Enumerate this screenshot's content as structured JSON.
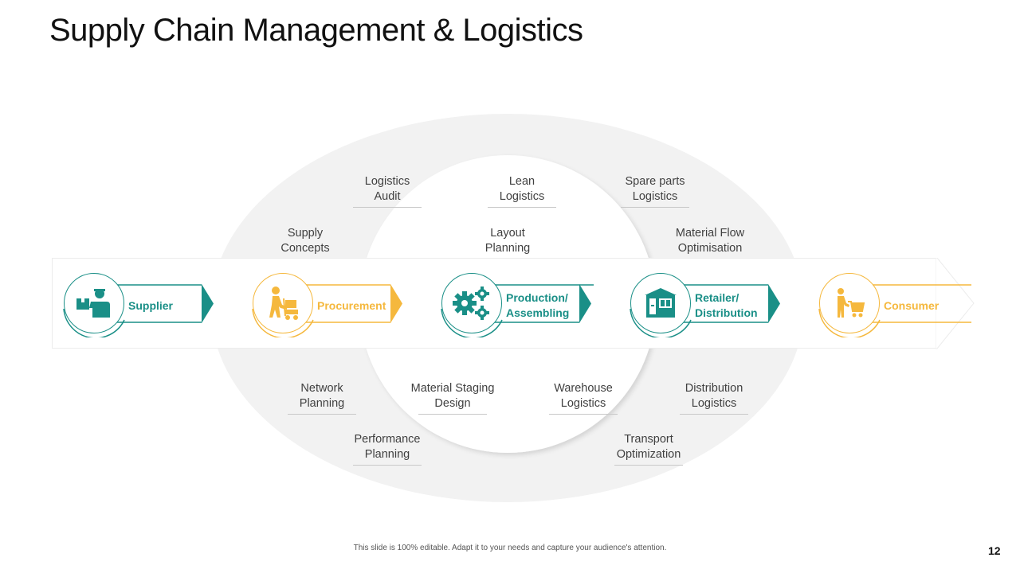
{
  "title": "Supply Chain Management & Logistics",
  "colors": {
    "teal": "#1a8f87",
    "gold": "#f5b83d",
    "ring": "#f2f2f2"
  },
  "stages": [
    {
      "label": "Supplier",
      "color": "#1a8f87",
      "icon": "worker-with-box-icon"
    },
    {
      "label": "Procurement",
      "color": "#f5b83d",
      "icon": "hand-truck-icon"
    },
    {
      "label": "Production/\nAssembling",
      "color": "#1a8f87",
      "icon": "gears-icon"
    },
    {
      "label": "Retailer/\nDistribution",
      "color": "#1a8f87",
      "icon": "storefront-icon"
    },
    {
      "label": "Consumer",
      "color": "#f5b83d",
      "icon": "shopping-cart-person-icon"
    }
  ],
  "upper_labels": [
    {
      "text": "Logistics\nAudit"
    },
    {
      "text": "Lean\nLogistics"
    },
    {
      "text": "Spare parts\nLogistics"
    },
    {
      "text": "Supply\nConcepts"
    },
    {
      "text": "Layout\nPlanning"
    },
    {
      "text": "Material Flow\nOptimisation"
    }
  ],
  "lower_labels": [
    {
      "text": "Network\nPlanning"
    },
    {
      "text": "Material Staging\nDesign"
    },
    {
      "text": "Warehouse\nLogistics"
    },
    {
      "text": "Distribution\nLogistics"
    },
    {
      "text": "Performance\nPlanning"
    },
    {
      "text": "Transport\nOptimization"
    }
  ],
  "footer_note": "This slide is 100% editable. Adapt it to your needs and capture your audience's attention.",
  "page_number": "12"
}
